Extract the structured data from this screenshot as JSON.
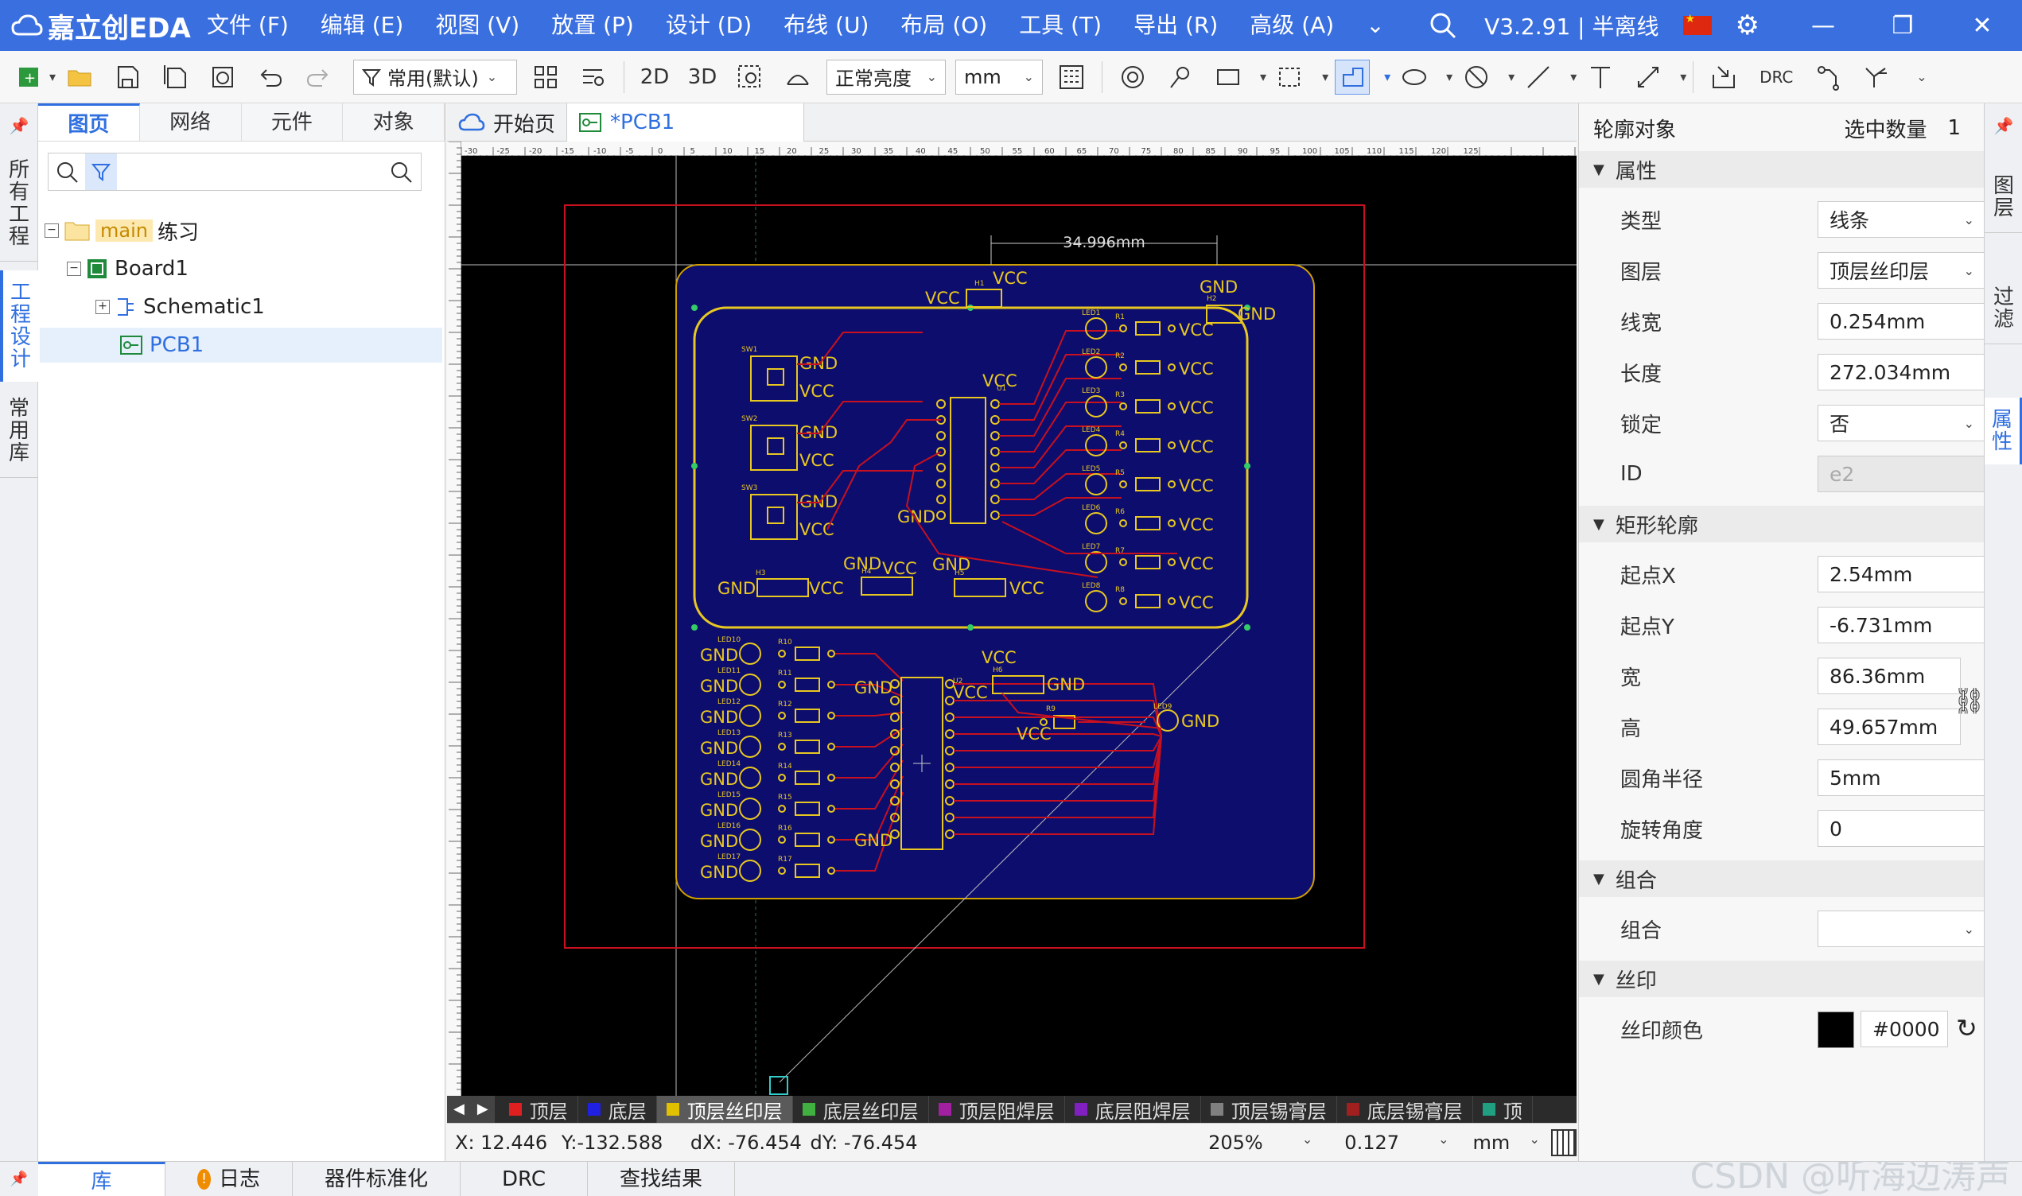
{
  "titlebar": {
    "app_name": "嘉立创EDA",
    "menus": [
      "文件 (F)",
      "编辑 (E)",
      "视图 (V)",
      "放置 (P)",
      "设计 (D)",
      "布线 (U)",
      "布局 (O)",
      "工具 (T)",
      "导出 (R)",
      "高级 (A)"
    ],
    "version": "V3.2.91 | 半离线",
    "colors": {
      "bar": "#3a6fe0"
    }
  },
  "toolbar": {
    "filter_label": "常用(默认)",
    "btn_2d": "2D",
    "btn_3d": "3D",
    "brightness": "正常亮度",
    "unit": "mm",
    "drc": "DRC"
  },
  "leftstrip": {
    "tabs": [
      "所有工程",
      "工程设计",
      "常用库"
    ]
  },
  "leftpanel": {
    "tabs": [
      "图页",
      "网络",
      "元件",
      "对象"
    ],
    "tree": {
      "project_tag": "main",
      "project_name": "练习",
      "board": "Board1",
      "schematic": "Schematic1",
      "pcb": "PCB1"
    }
  },
  "doctabs": [
    "开始页",
    "*PCB1"
  ],
  "canvas": {
    "dimension_text": "34.996mm",
    "labels": {
      "vcc": "VCC",
      "gnd": "GND"
    },
    "ruler_ticks": [
      "-30",
      "-25",
      "-20",
      "-15",
      "-10",
      "-5",
      "0",
      "5",
      "10",
      "15",
      "20",
      "25",
      "30",
      "35",
      "40",
      "45",
      "50",
      "55",
      "60",
      "65",
      "70",
      "75",
      "80",
      "85",
      "90",
      "95",
      "100",
      "105",
      "110",
      "115",
      "120",
      "125"
    ],
    "refs_top": [
      "H1",
      "H2",
      "SW1",
      "SW2",
      "SW3",
      "U1",
      "H3",
      "H4",
      "H5"
    ],
    "leds_top": [
      "LED1",
      "LED2",
      "LED3",
      "LED4",
      "LED5",
      "LED6",
      "LED7",
      "LED8"
    ],
    "res_top": [
      "R1",
      "R2",
      "R3",
      "R4",
      "R5",
      "R6",
      "R7",
      "R8"
    ],
    "leds_bottom": [
      "LED10",
      "LED11",
      "LED12",
      "LED13",
      "LED14",
      "LED15",
      "LED16",
      "LED17"
    ],
    "res_bottom": [
      "R10",
      "R11",
      "R12",
      "R13",
      "R14",
      "R15",
      "R16",
      "R17"
    ],
    "refs_bottom": [
      "U2",
      "H6",
      "R9",
      "LED9"
    ]
  },
  "layers": [
    {
      "name": "顶层",
      "color": "#e02020"
    },
    {
      "name": "底层",
      "color": "#2020e0"
    },
    {
      "name": "顶层丝印层",
      "color": "#e0c000"
    },
    {
      "name": "底层丝印层",
      "color": "#40b040"
    },
    {
      "name": "顶层阻焊层",
      "color": "#a020a0"
    },
    {
      "name": "底层阻焊层",
      "color": "#8020c0"
    },
    {
      "name": "顶层锡膏层",
      "color": "#808080"
    },
    {
      "name": "底层锡膏层",
      "color": "#a02020"
    },
    {
      "name": "顶",
      "color": "#20a080"
    }
  ],
  "status": {
    "x": "X:  12.446",
    "y": "Y:-132.588",
    "dx": "dX: -76.454",
    "dy": "dY: -76.454",
    "zoom": "205%",
    "grid": "0.127",
    "unit": "mm"
  },
  "bottomtabs": [
    "库",
    "日志",
    "器件标准化",
    "DRC",
    "查找结果"
  ],
  "rightpanel": {
    "object": "轮廓对象",
    "selected_label": "选中数量",
    "selected_count": "1",
    "sections": {
      "props": "属性",
      "rect": "矩形轮廓",
      "group": "组合",
      "silk": "丝印"
    },
    "props": {
      "type_label": "类型",
      "type": "线条",
      "layer_label": "图层",
      "layer": "顶层丝印层",
      "width_label": "线宽",
      "width": "0.254mm",
      "length_label": "长度",
      "length": "272.034mm",
      "lock_label": "锁定",
      "lock": "否",
      "id_label": "ID",
      "id": "e2"
    },
    "rect": {
      "sx_label": "起点X",
      "sx": "2.54mm",
      "sy_label": "起点Y",
      "sy": "-6.731mm",
      "w_label": "宽",
      "w": "86.36mm",
      "h_label": "高",
      "h": "49.657mm",
      "r_label": "圆角半径",
      "r": "5mm",
      "rot_label": "旋转角度",
      "rot": "0"
    },
    "group": {
      "label": "组合",
      "value": ""
    },
    "silk": {
      "label": "丝印颜色",
      "value": "#0000"
    }
  },
  "rightstrip": {
    "tabs": [
      "图层",
      "过滤",
      "属性"
    ]
  },
  "watermark": "CSDN @听海边涛声"
}
